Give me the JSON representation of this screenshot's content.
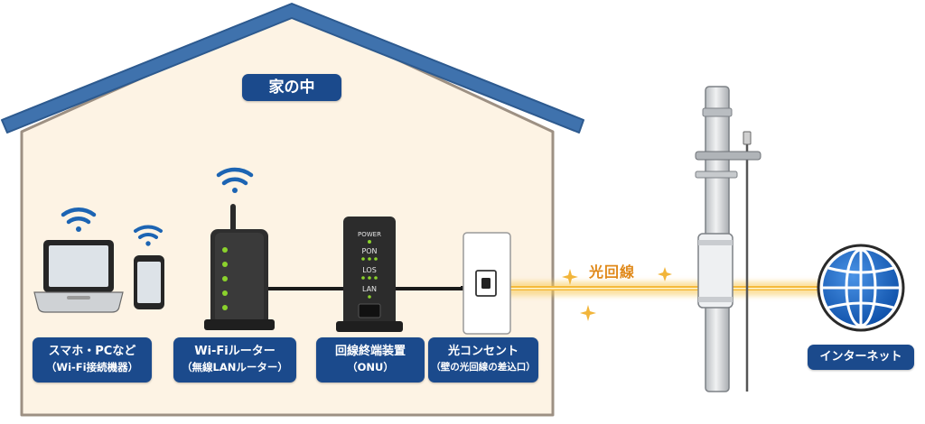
{
  "house": {
    "title": "家の中"
  },
  "devices": [
    {
      "id": "client",
      "line1": "スマホ・PCなど",
      "line2": "（Wi-Fi接続機器）",
      "icon": "laptop-phone-icon"
    },
    {
      "id": "router",
      "line1": "Wi-Fiルーター",
      "line2": "（無線LANルーター）",
      "icon": "router-icon"
    },
    {
      "id": "onu",
      "line1": "回線終端装置",
      "line2": "（ONU）",
      "icon": "onu-icon"
    },
    {
      "id": "outlet",
      "line1": "光コンセント",
      "line2": "（壁の光回線の差込口）",
      "icon": "optical-outlet-icon"
    }
  ],
  "onu_indicators": [
    "POWER",
    "PON",
    "LOS",
    "LAN"
  ],
  "fiber": {
    "label": "光回線"
  },
  "internet": {
    "label": "インターネット",
    "icon": "globe-icon"
  },
  "colors": {
    "roof": "#3f72ad",
    "wall": "#fdf3e4",
    "wall_border": "#9d9083",
    "label_bg": "#1b4a8c",
    "wifi": "#1c64b3",
    "led": "#8bd22c",
    "fiber": "#f5b93a",
    "fiber_text": "#e0891a"
  }
}
